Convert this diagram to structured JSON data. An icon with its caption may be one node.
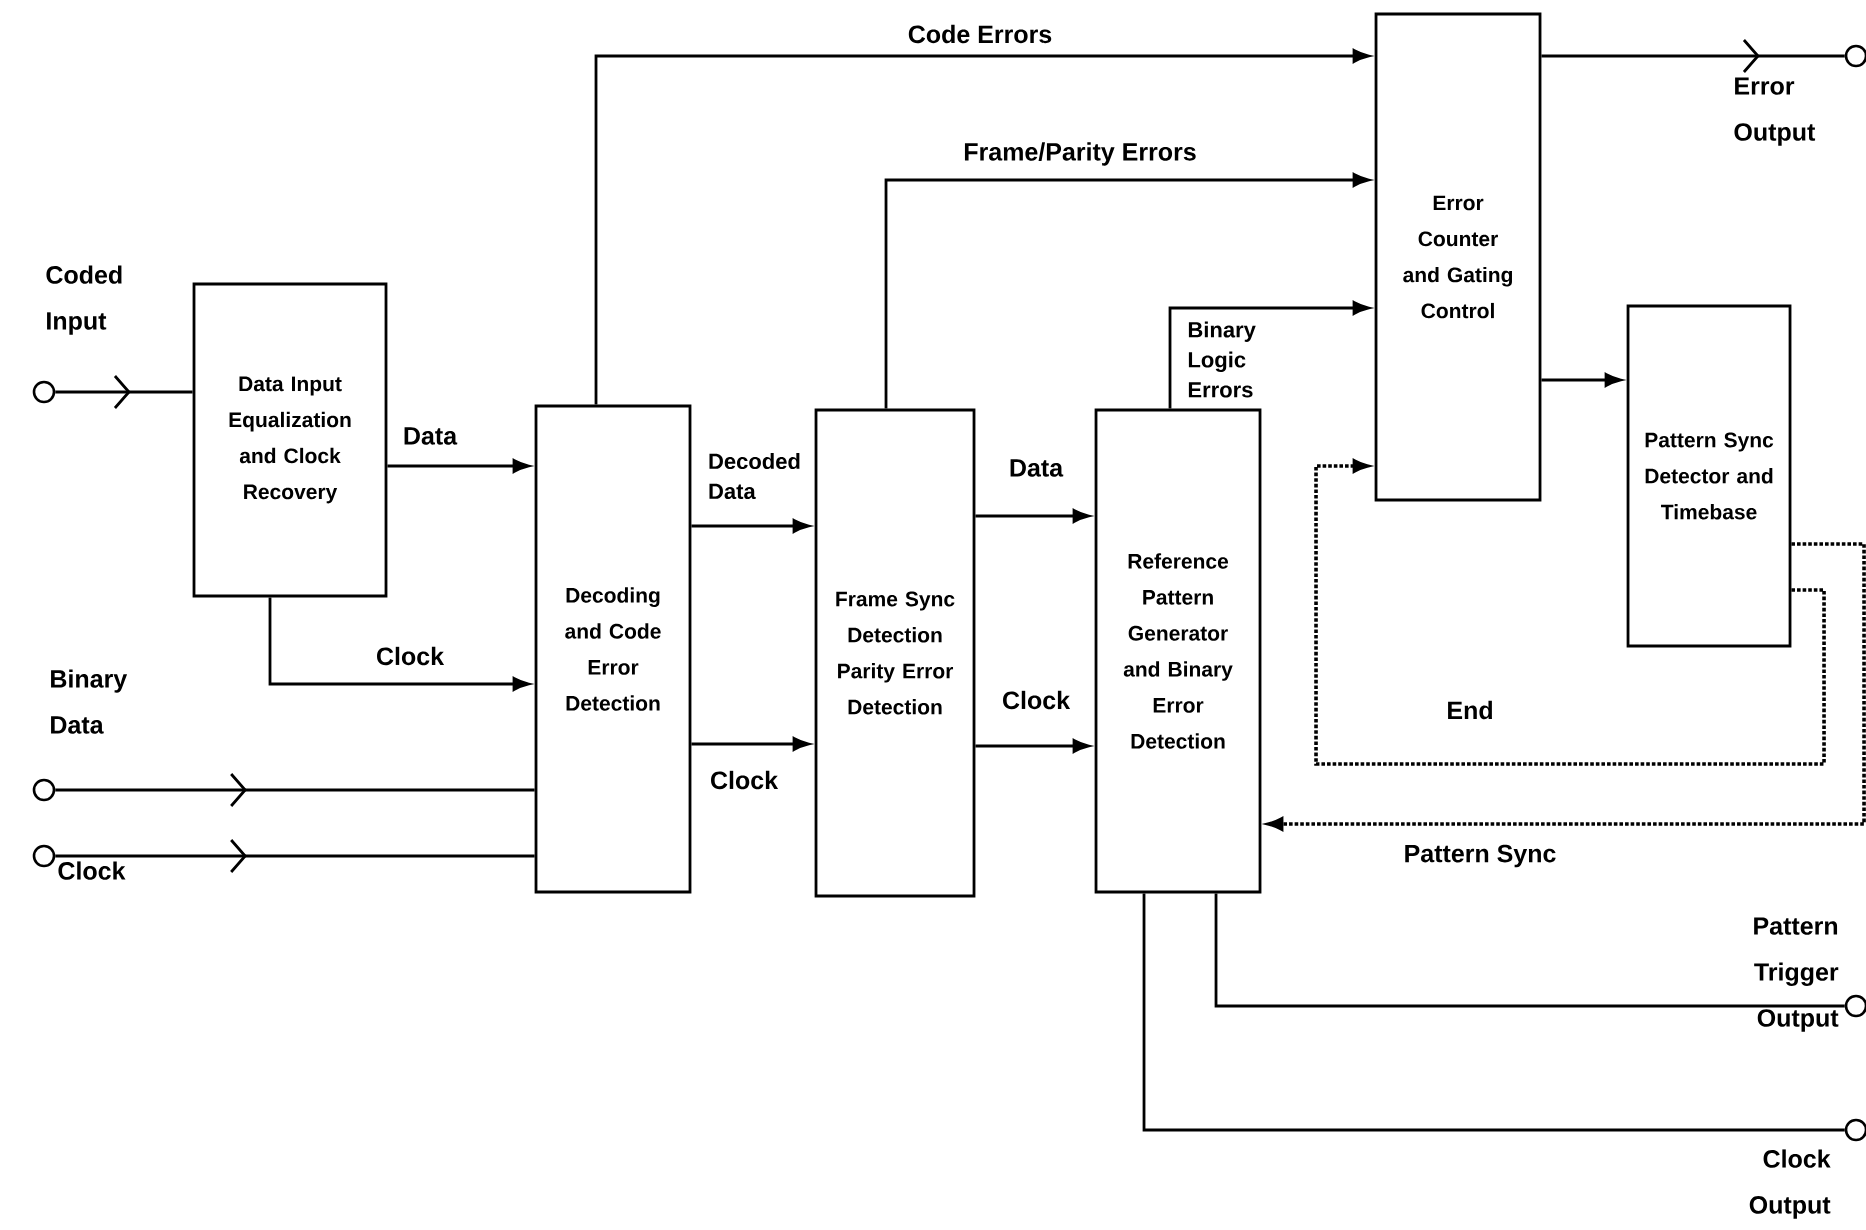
{
  "diagram": {
    "nodes": [
      {
        "text": [
          "Data Input Equalization and Clock Recovery"
        ]
      },
      {
        "text": [
          "Decoding and Code Error Detection"
        ]
      },
      {
        "text": [
          "Frame Sync Detection Parity Error Detection"
        ]
      },
      {
        "text": [
          "Reference Pattern Generator and Binary Error Detection"
        ]
      },
      {
        "text": [
          "Error Counter and Gating Control"
        ]
      },
      {
        "text": [
          "Pattern Sync Detector and Timebase"
        ]
      },
      {
        "text": [],
        "shape": "circle",
        "beside": [
          "Coded Input"
        ]
      },
      {
        "text": [],
        "shape": "circle",
        "beside": [
          "Binary Data"
        ]
      },
      {
        "text": [],
        "shape": "circle",
        "beside": [
          "Clock"
        ]
      },
      {
        "text": [],
        "shape": "circle",
        "beside": [
          "Error Output"
        ]
      },
      {
        "text": [],
        "shape": "circle",
        "beside": [
          "Pattern Trigger Output"
        ]
      },
      {
        "text": [],
        "shape": "circle",
        "beside": [
          "Clock Output"
        ]
      }
    ],
    "edges": [
      {
        "from": 6,
        "to": 0,
        "arrow": "to"
      },
      {
        "from": 0,
        "to": 1,
        "arrow": "to",
        "label": "Data"
      },
      {
        "from": 0,
        "to": 1,
        "arrow": "to",
        "label": "Clock"
      },
      {
        "from": 7,
        "to": 1,
        "arrow": "to"
      },
      {
        "from": 8,
        "to": 1,
        "arrow": "to"
      },
      {
        "from": 1,
        "to": 4,
        "arrow": "to",
        "label": "Code Errors"
      },
      {
        "from": 1,
        "to": 2,
        "arrow": "to",
        "label": "Decoded Data"
      },
      {
        "from": 1,
        "to": 2,
        "arrow": "to",
        "label": "Clock"
      },
      {
        "from": 2,
        "to": 4,
        "arrow": "to",
        "label": "Frame/Parity Errors"
      },
      {
        "from": 2,
        "to": 3,
        "arrow": "to",
        "label": "Data"
      },
      {
        "from": 2,
        "to": 3,
        "arrow": "to",
        "label": "Clock"
      },
      {
        "from": 3,
        "to": 4,
        "arrow": "to",
        "label": "Binary Logic Errors"
      },
      {
        "from": 4,
        "to": 9,
        "arrow": "to"
      },
      {
        "from": 4,
        "to": 5,
        "arrow": "to"
      },
      {
        "from": 5,
        "to": 4,
        "arrow": "to",
        "label": "End",
        "style": "dashed"
      },
      {
        "from": 5,
        "to": 3,
        "arrow": "to",
        "label": "Pattern Sync",
        "style": "dashed"
      },
      {
        "from": 3,
        "to": 10,
        "arrow": "none"
      },
      {
        "from": 3,
        "to": 11,
        "arrow": "none"
      }
    ]
  }
}
